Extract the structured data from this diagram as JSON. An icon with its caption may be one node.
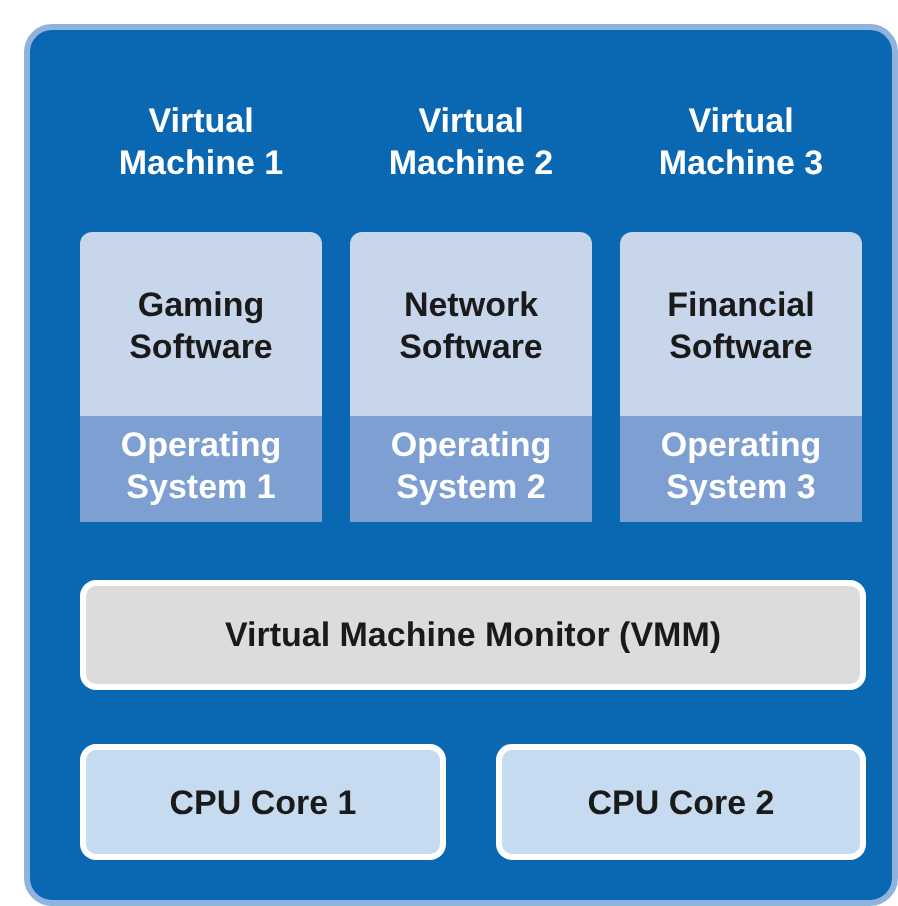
{
  "diagram": {
    "nodes": [
      {
        "text": [],
        "shape": "box"
      },
      {
        "text": [
          "Virtual Machine 1",
          "Gaming Software"
        ],
        "in": 0
      },
      {
        "text": [
          "Operating System 1"
        ],
        "in": 1
      },
      {
        "text": [
          "Virtual Machine 2",
          "Network Software"
        ],
        "in": 0
      },
      {
        "text": [
          "Operating System 2"
        ],
        "in": 3
      },
      {
        "text": [
          "Virtual Machine 3",
          "Financial Software"
        ],
        "in": 0
      },
      {
        "text": [
          "Operating System 3"
        ],
        "in": 5
      },
      {
        "text": [
          "Virtual Machine Monitor (VMM)"
        ],
        "in": 0
      },
      {
        "text": [
          "CPU Core 1"
        ],
        "in": 0
      },
      {
        "text": [
          "CPU Core 2"
        ],
        "in": 0
      }
    ],
    "edges": []
  }
}
